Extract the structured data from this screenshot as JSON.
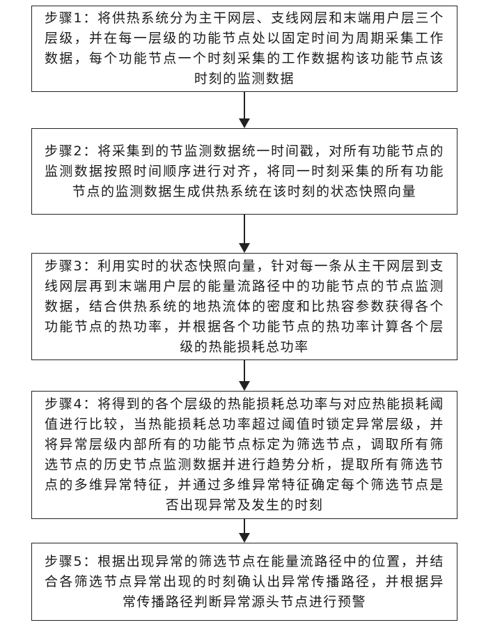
{
  "flowchart": {
    "steps": [
      {
        "text": "步骤1：将供热系统分为主干网层、支线网层和末端用户层三个层级，并在每一层级的功能节点处以固定时间为周期采集工作数据，每个功能节点一个时刻采集的工作数据构该功能节点该时刻的监测数据"
      },
      {
        "text": "步骤2：将采集到的节监测数据统一时间戳，对所有功能节点的监测数据按照时间顺序进行对齐，将同一时刻采集的所有功能节点的监测数据生成供热系统在该时刻的状态快照向量"
      },
      {
        "text": "步骤3：利用实时的状态快照向量，针对每一条从主干网层到支线网层再到末端用户层的能量流路径中的功能节点的节点监测数据，结合供热系统的地热流体的密度和比热容参数获得各个功能节点的热功率，并根据各个功能节点的热功率计算各个层级的热能损耗总功率"
      },
      {
        "text": "步骤4：将得到的各个层级的热能损耗总功率与对应热能损耗阈值进行比较，当热能损耗总功率超过阈值时锁定异常层级，并将异常层级内部所有的功能节点标定为筛选节点，调取所有筛选节点的历史节点监测数据并进行趋势分析，提取所有筛选节点的多维异常特征，并通过多维异常特征确定每个筛选节点是否出现异常及发生的时刻"
      },
      {
        "text": "步骤5：根据出现异常的筛选节点在能量流路径中的位置，并结合各筛选节点异常出现的时刻确认出异常传播路径，并根据异常传播路径判断异常源头节点进行预警"
      }
    ]
  }
}
